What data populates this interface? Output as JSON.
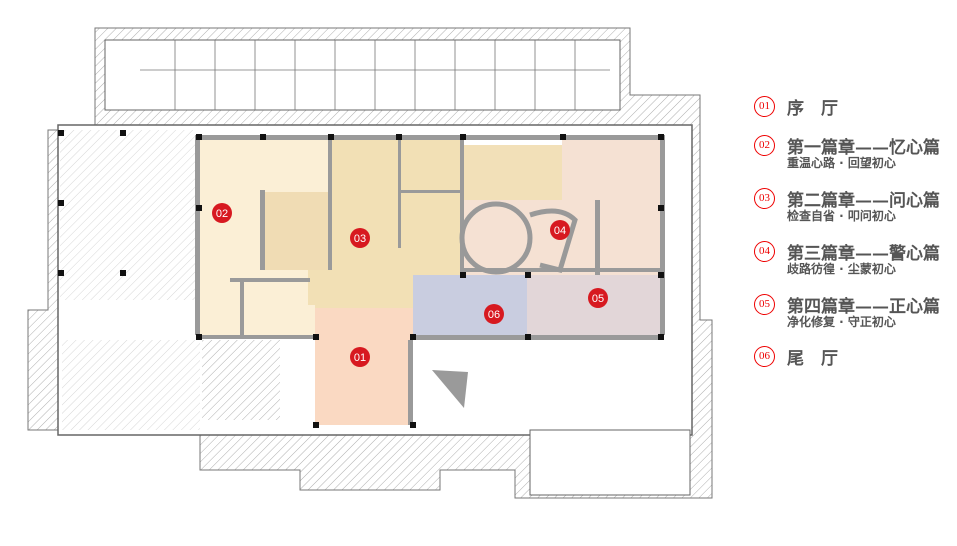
{
  "legend": [
    {
      "num": "01",
      "title": "序　厅",
      "subtitle": ""
    },
    {
      "num": "02",
      "title": "第一篇章——忆心篇",
      "subtitle": "重温心路 · 回望初心"
    },
    {
      "num": "03",
      "title": "第二篇章——问心篇",
      "subtitle": "检查自省 · 叩问初心"
    },
    {
      "num": "04",
      "title": "第三篇章——警心篇",
      "subtitle": "歧路彷徨 · 尘蒙初心"
    },
    {
      "num": "05",
      "title": "第四篇章——正心篇",
      "subtitle": "净化修复 · 守正初心"
    },
    {
      "num": "06",
      "title": "尾　厅",
      "subtitle": ""
    }
  ],
  "markers": [
    "01",
    "02",
    "03",
    "04",
    "05",
    "06"
  ],
  "colors": {
    "accent": "#d71920",
    "zone01": "#fad9c2",
    "zone02": "#fbefd6",
    "zone03": "#f2e0b5",
    "zone04": "#f5e1d3",
    "zone05": "#e2d6d8",
    "zone06": "#c9cde0"
  }
}
